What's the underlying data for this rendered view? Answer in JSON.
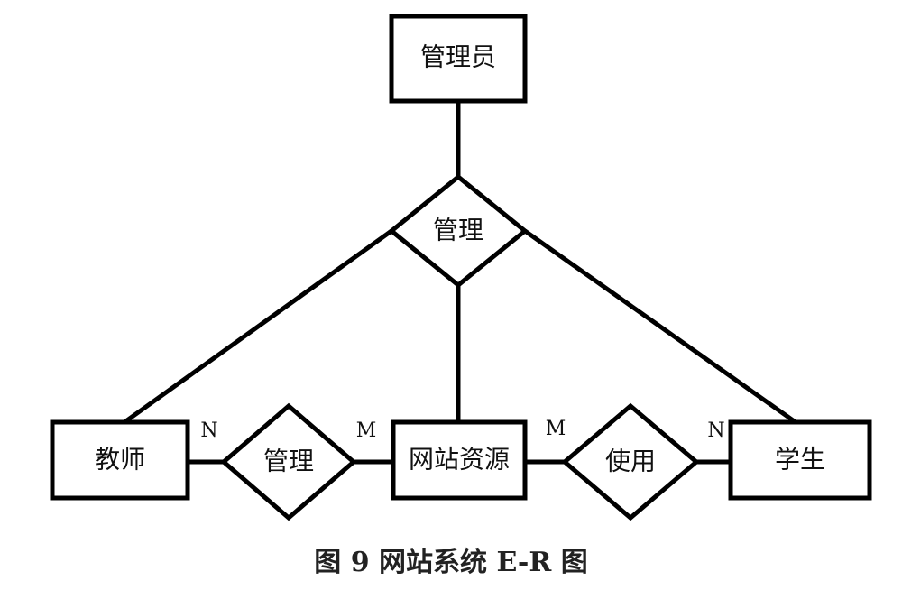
{
  "entities": {
    "admin": "管理员",
    "teacher": "教师",
    "resource": "网站资源",
    "student": "学生"
  },
  "relationships": {
    "top": "管理",
    "left": "管理",
    "right": "使用"
  },
  "cardinalities": {
    "left_teacher": "N",
    "left_resource": "M",
    "right_resource": "M",
    "right_student": "N"
  },
  "caption": "图 9 网站系统 E-R 图"
}
